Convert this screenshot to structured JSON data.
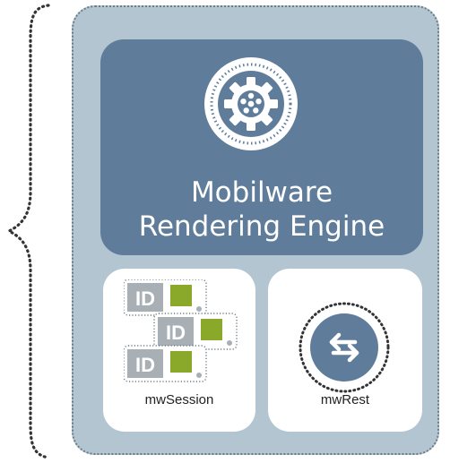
{
  "engine": {
    "title_line1": "Mobilware",
    "title_line2": "Rendering Engine"
  },
  "modules": {
    "session_label": "mwSession",
    "rest_label": "mwRest",
    "id_tag": "ID"
  },
  "icons": {
    "engine": "gear-icon",
    "session": "id-card-icon",
    "rest": "exchange-arrows-icon"
  },
  "colors": {
    "outer_panel": "#b2c5d0",
    "engine_card": "#5f7d9b",
    "module_card": "#ffffff",
    "accent_green": "#8aa82a",
    "id_gray": "#a9b0b5"
  }
}
